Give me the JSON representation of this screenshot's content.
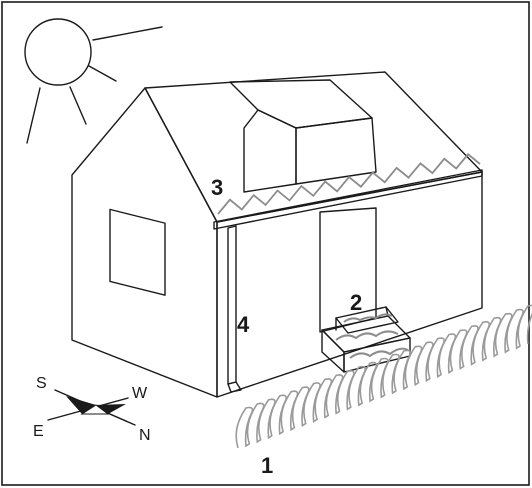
{
  "callouts": {
    "ground_heating": "1",
    "steps_heating": "2",
    "gutter_heating": "3",
    "downpipe_heating": "4"
  },
  "compass": {
    "south": "S",
    "west": "W",
    "east": "E",
    "north": "N"
  },
  "colors": {
    "line": "#1a1a1a",
    "wall_front": "#e9e9e9",
    "wall_side": "#dedede",
    "roof": "#d2d2d2",
    "dormer_front": "#bcbcbc",
    "heating_cable": "#8c8c8c"
  },
  "icons": [
    "sun-icon",
    "compass-icon",
    "house-illustration"
  ]
}
